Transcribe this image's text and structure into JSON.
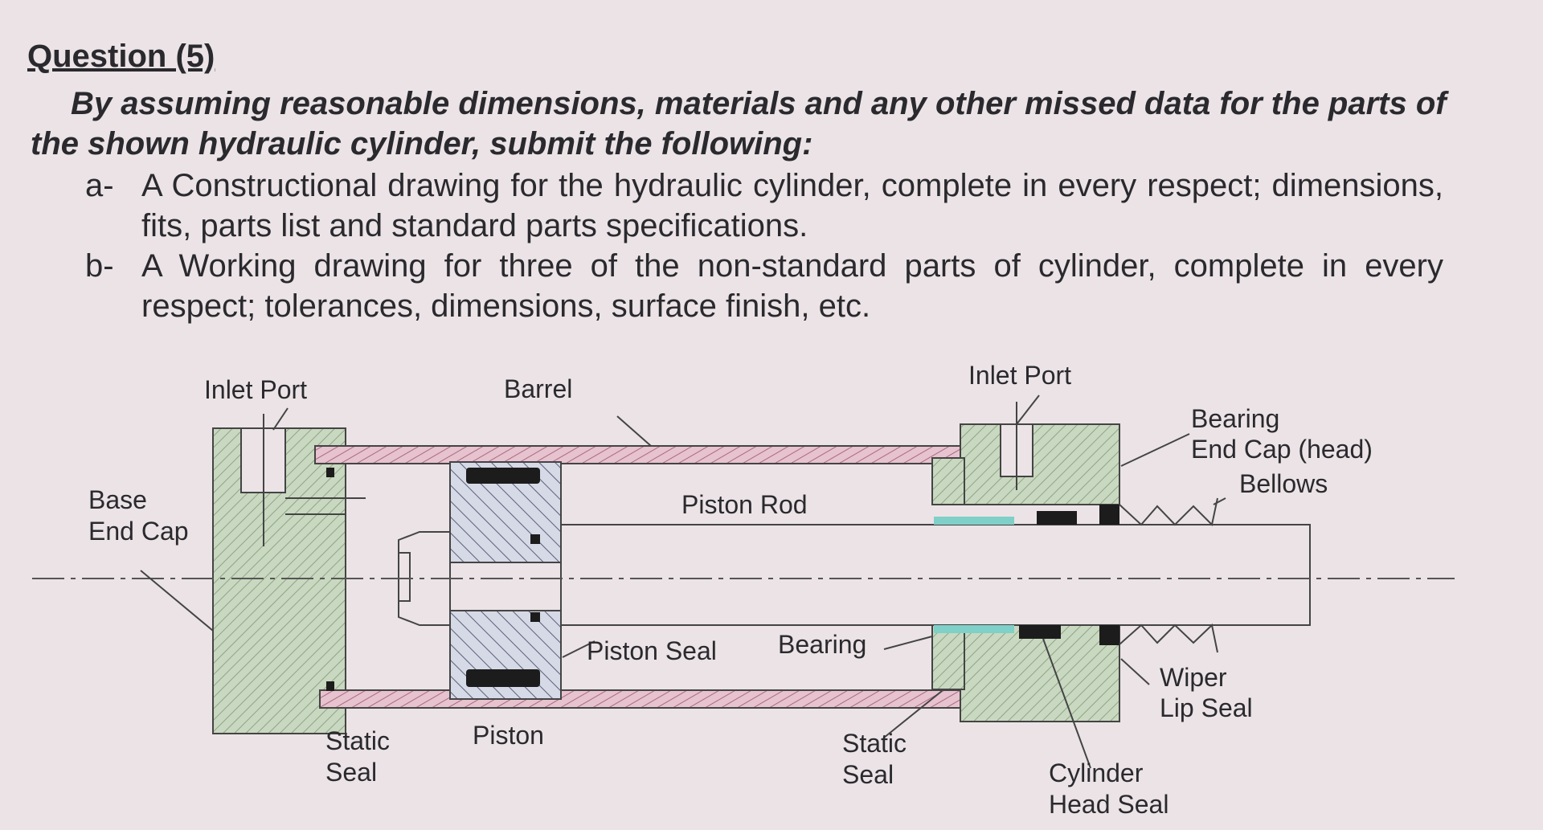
{
  "question": {
    "title": "Question (5)",
    "intro": "By assuming reasonable dimensions, materials and any other missed data for the parts of the shown hydraulic cylinder, submit the following:",
    "items": [
      {
        "label": "a-",
        "text": "A Constructional drawing for the hydraulic cylinder, complete in every respect; dimensions, fits, parts list and standard parts specifications."
      },
      {
        "label": "b-",
        "text": "A Working drawing for three of the non-standard parts of cylinder, complete in every respect; tolerances, dimensions, surface finish, etc."
      }
    ]
  },
  "diagram": {
    "labels": {
      "inlet_port_left": "Inlet Port",
      "barrel": "Barrel",
      "inlet_port_right": "Inlet Port",
      "bearing_end_cap_1": "Bearing",
      "bearing_end_cap_2": "End Cap (head)",
      "bellows": "Bellows",
      "base_end_cap_1": "Base",
      "base_end_cap_2": "End Cap",
      "piston_rod": "Piston Rod",
      "piston_seal": "Piston Seal",
      "bearing": "Bearing",
      "wiper_1": "Wiper",
      "wiper_2": "Lip Seal",
      "static_seal_left_1": "Static",
      "static_seal_left_2": "Seal",
      "piston": "Piston",
      "static_seal_right_1": "Static",
      "static_seal_right_2": "Seal",
      "cylinder_head_seal_1": "Cylinder",
      "cylinder_head_seal_2": "Head Seal"
    },
    "colors": {
      "hatch_green": "#c9d8c0",
      "barrel_pink": "#d9a8b8",
      "piston_blue": "#b8c0d8",
      "seal_black": "#1c1c1c",
      "bearing_cyan": "#7fd0c8"
    }
  }
}
